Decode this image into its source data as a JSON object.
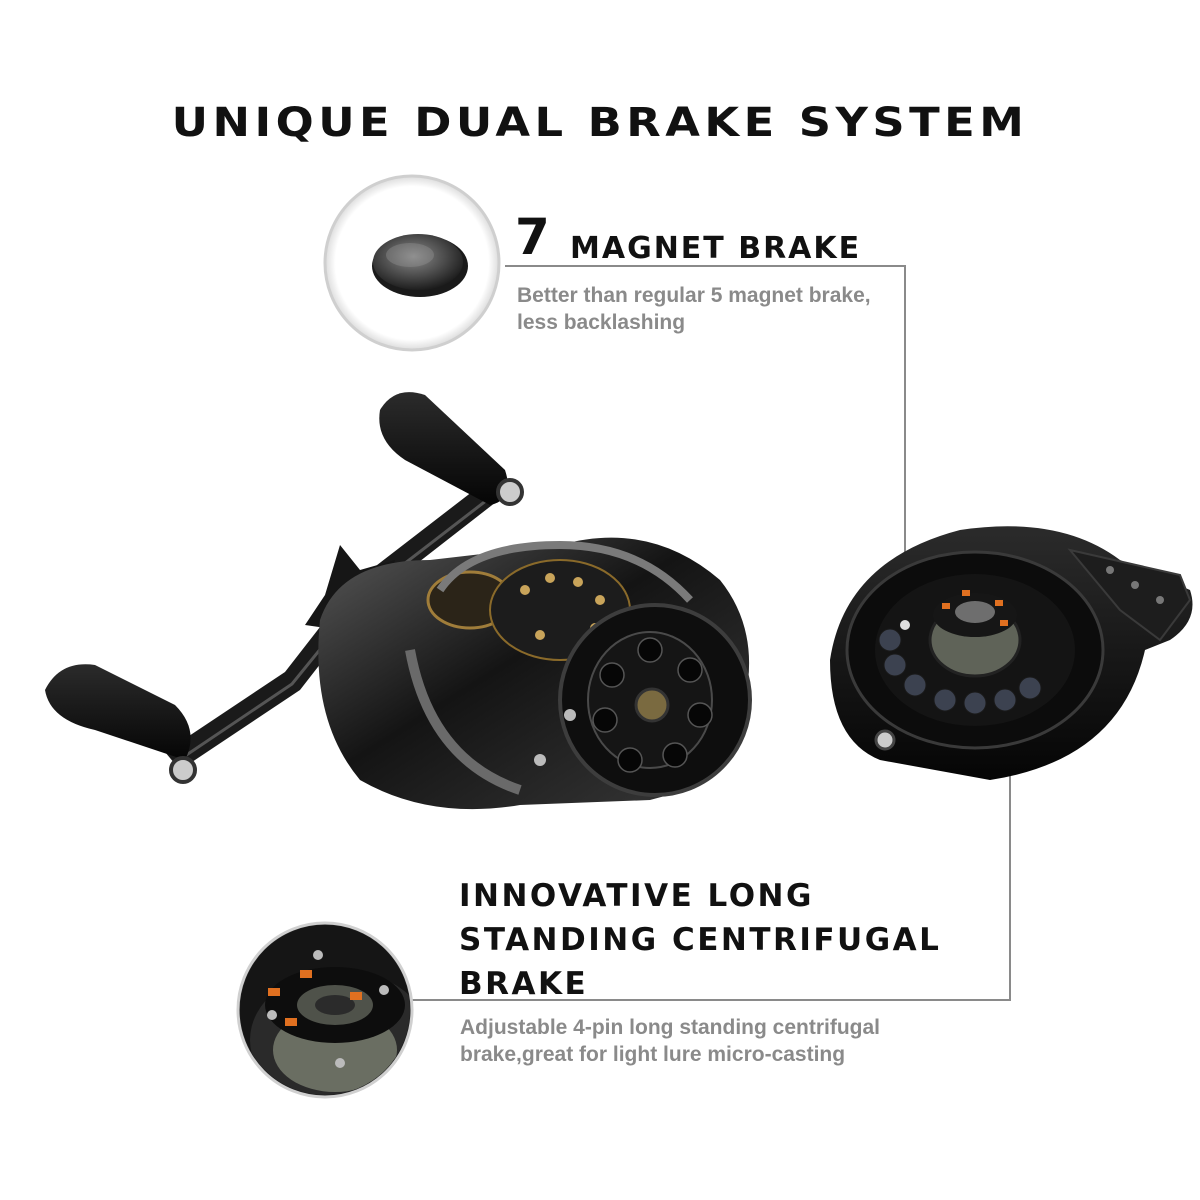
{
  "headline": "UNIQUE DUAL BRAKE SYSTEM",
  "magnet_brake": {
    "number": "7",
    "title": "MAGNET BRAKE",
    "description": "Better than regular 5 magnet brake, less backlashing",
    "image": "magnet-disc"
  },
  "centrifugal_brake": {
    "title_lines": [
      "INNOVATIVE LONG",
      "STANDING CENTRIFUGAL",
      "BRAKE"
    ],
    "description": "Adjustable 4-pin long standing centrifugal brake,great for light lure micro-casting",
    "image": "centrifugal-brake-closeup"
  },
  "product_images": [
    "baitcasting-reel",
    "brake-side-plate"
  ],
  "colors": {
    "text": "#111111",
    "description": "#8a8a8a",
    "line": "#8a8a8a",
    "accent_pin": "#e07020"
  }
}
